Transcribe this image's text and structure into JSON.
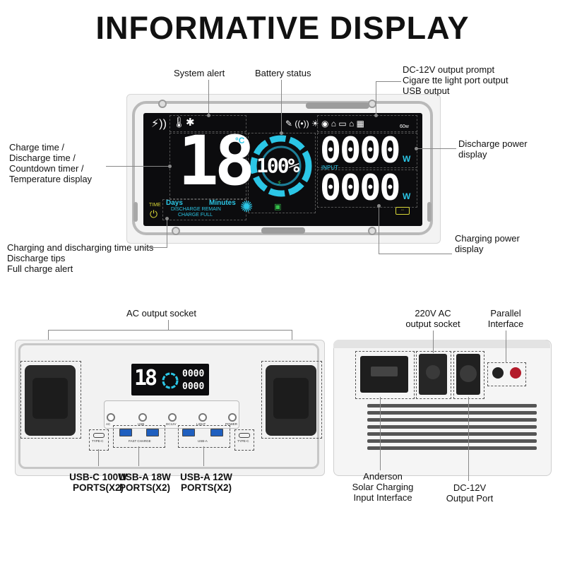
{
  "title": "INFORMATIVE DISPLAY",
  "callouts": {
    "system_alert": "System alert",
    "battery_status": "Battery status",
    "dc_prompt": [
      "DC-12V output prompt",
      "Cigare tte light port output",
      "USB output"
    ],
    "charge_time": [
      "Charge time /",
      "Discharge time /",
      "Countdown timer /",
      "Temperature display"
    ],
    "discharge_power": [
      "Discharge power",
      "display"
    ],
    "time_units": [
      "Charging and discharging time units",
      "Discharge tips",
      "Full charge alert"
    ],
    "charging_power": [
      "Charging power",
      "display"
    ]
  },
  "screen": {
    "temperature": "18",
    "temp_unit": "°C",
    "battery_percent": "100%",
    "output_watts": "0000",
    "input_label": "INPUT",
    "input_watts": "0000",
    "watt_unit": "W",
    "time_label": "TIME",
    "days": "Days",
    "minutes": "Minutes",
    "tip1": "DISCHARGE REMAIN",
    "tip2": "CHARGE FULL",
    "fan_icon": "fan-icon",
    "usb_c_badge": "60w"
  },
  "front": {
    "label": "AC output socket",
    "buttons": [
      "AC",
      "USB",
      "DC12V",
      "LIGHT",
      "POWER"
    ],
    "fast_charge": "FAST CHARGE",
    "usb_a": "USB-A",
    "type_c": "TYPE-C",
    "ports": [
      [
        "USB-C 100W",
        "PORTS(X2)"
      ],
      [
        "USB-A 18W",
        "PORTS(X2)"
      ],
      [
        "USB-A 12W",
        "PORTS(X2)"
      ]
    ]
  },
  "rear": {
    "ac_socket": [
      "220V AC",
      "output socket"
    ],
    "parallel": [
      "Parallel",
      "Interface"
    ],
    "anderson": [
      "Anderson",
      "Solar Charging",
      "Input Interface"
    ],
    "dc_port": [
      "DC-12V",
      "Output Port"
    ]
  },
  "colors": {
    "cyan": "#2bc6e6",
    "yellow": "#d8d637",
    "green": "#35c04a",
    "socket": "#2a2a2a"
  }
}
